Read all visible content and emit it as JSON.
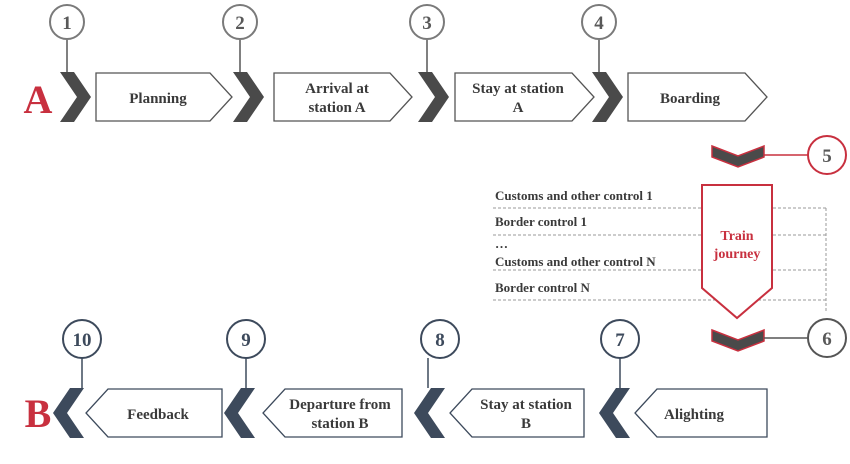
{
  "colors": {
    "accent_red": "#c8303f",
    "dark_gray": "#4a4a4a",
    "navy": "#3d4a5c",
    "outline": "#555555"
  },
  "rails": {
    "a_label": "A",
    "b_label": "B"
  },
  "top_steps": [
    {
      "number": "1",
      "line1": "Planning",
      "line2": ""
    },
    {
      "number": "2",
      "line1": "Arrival at",
      "line2": "station A"
    },
    {
      "number": "3",
      "line1": "Stay at station",
      "line2": "A"
    },
    {
      "number": "4",
      "line1": "Boarding",
      "line2": ""
    }
  ],
  "journey": {
    "start_number": "5",
    "end_number": "6",
    "label_line1": "Train",
    "label_line2": "journey",
    "controls": [
      "Customs and other control 1",
      "Border control 1",
      "…",
      "Customs and other control N",
      "Border control N"
    ]
  },
  "bottom_steps": [
    {
      "number": "7",
      "line1": "Alighting",
      "line2": ""
    },
    {
      "number": "8",
      "line1": "Stay at station",
      "line2": "B"
    },
    {
      "number": "9",
      "line1": "Departure from",
      "line2": "station B"
    },
    {
      "number": "10",
      "line1": "Feedback",
      "line2": ""
    }
  ]
}
